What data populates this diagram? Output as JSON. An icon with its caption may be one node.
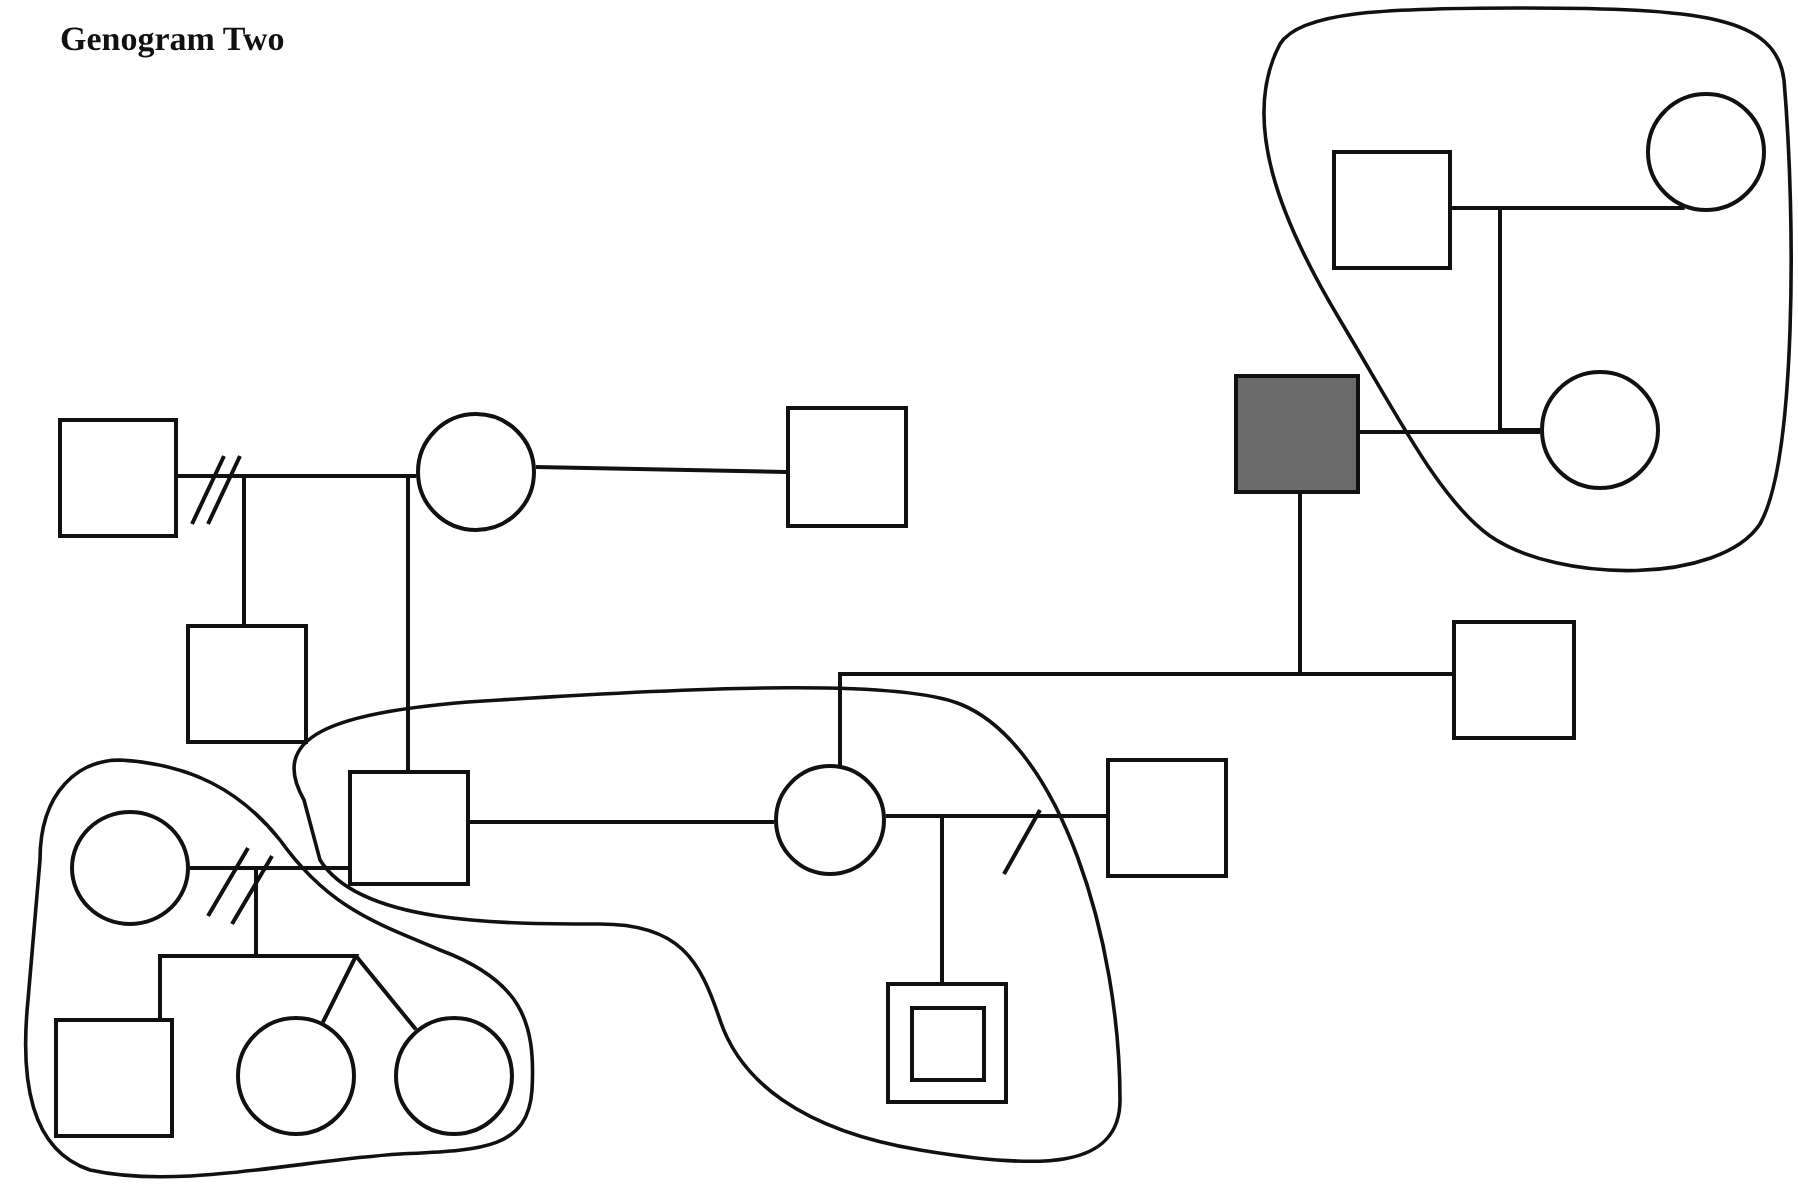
{
  "diagram": {
    "title": "Genogram Two",
    "nodes": [
      {
        "text": [],
        "shape": "box"
      },
      {
        "text": [],
        "shape": "circle"
      },
      {
        "text": [],
        "shape": "box"
      },
      {
        "text": [],
        "shape": "box"
      },
      {
        "text": [],
        "shape": "circle"
      },
      {
        "text": [],
        "shape": "box"
      },
      {
        "text": [],
        "shape": "circle"
      },
      {
        "text": [],
        "shape": "box"
      },
      {
        "text": [],
        "shape": "box"
      },
      {
        "text": [],
        "shape": "circle"
      },
      {
        "text": [],
        "shape": "box"
      },
      {
        "text": [],
        "shape": "circle"
      },
      {
        "text": [],
        "shape": "box"
      },
      {
        "text": [],
        "shape": "box"
      },
      {
        "text": [],
        "shape": "circle"
      },
      {
        "text": [],
        "shape": "circle"
      },
      {
        "text": [],
        "shape": "box"
      }
    ],
    "edges": [
      {
        "from": 0,
        "to": 1,
        "arrow": "none"
      },
      {
        "from": 1,
        "to": 2,
        "arrow": "none"
      },
      {
        "from": 0,
        "to": 7,
        "arrow": "none"
      },
      {
        "from": 1,
        "to": 7,
        "arrow": "none"
      },
      {
        "from": 0,
        "to": 10,
        "arrow": "none"
      },
      {
        "from": 1,
        "to": 10,
        "arrow": "none"
      },
      {
        "from": 3,
        "to": 4,
        "arrow": "none"
      },
      {
        "from": 3,
        "to": 6,
        "arrow": "none"
      },
      {
        "from": 4,
        "to": 6,
        "arrow": "none"
      },
      {
        "from": 5,
        "to": 6,
        "arrow": "none"
      },
      {
        "from": 5,
        "to": 11,
        "arrow": "none"
      },
      {
        "from": 5,
        "to": 8,
        "arrow": "none"
      },
      {
        "from": 10,
        "to": 11,
        "arrow": "none"
      },
      {
        "from": 11,
        "to": 12,
        "arrow": "none",
        "style": "dashed"
      },
      {
        "from": 11,
        "to": 16,
        "arrow": "none"
      },
      {
        "from": 12,
        "to": 16,
        "arrow": "none"
      },
      {
        "from": 9,
        "to": 10,
        "arrow": "none"
      },
      {
        "from": 10,
        "to": 13,
        "arrow": "none"
      },
      {
        "from": 10,
        "to": 14,
        "arrow": "none"
      },
      {
        "from": 10,
        "to": 15,
        "arrow": "none"
      }
    ]
  }
}
